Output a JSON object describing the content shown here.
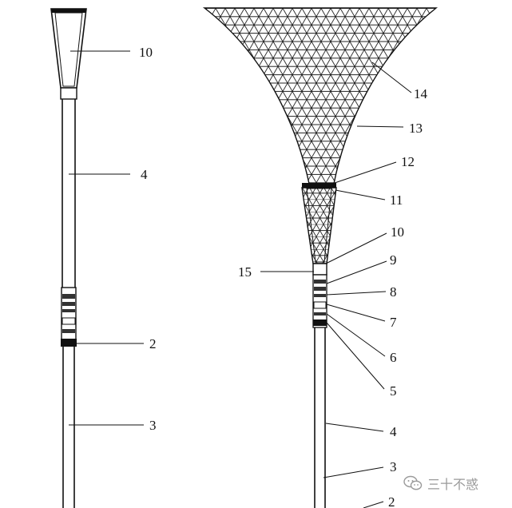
{
  "left_figure": {
    "labels": [
      {
        "id": "l10",
        "text": "10"
      },
      {
        "id": "l4",
        "text": "4"
      },
      {
        "id": "l2",
        "text": "2"
      },
      {
        "id": "l3",
        "text": "3"
      }
    ]
  },
  "right_figure": {
    "labels": [
      {
        "id": "r14",
        "text": "14"
      },
      {
        "id": "r13",
        "text": "13"
      },
      {
        "id": "r12",
        "text": "12"
      },
      {
        "id": "r11",
        "text": "11"
      },
      {
        "id": "r10",
        "text": "10"
      },
      {
        "id": "r15",
        "text": "15"
      },
      {
        "id": "r9",
        "text": "9"
      },
      {
        "id": "r8",
        "text": "8"
      },
      {
        "id": "r7",
        "text": "7"
      },
      {
        "id": "r6",
        "text": "6"
      },
      {
        "id": "r5",
        "text": "5"
      },
      {
        "id": "r4",
        "text": "4"
      },
      {
        "id": "r3",
        "text": "3"
      },
      {
        "id": "r2",
        "text": "2"
      }
    ]
  },
  "watermark": {
    "text": "三十不惑",
    "icon": "wechat-icon",
    "color": "#9a9a9a"
  }
}
